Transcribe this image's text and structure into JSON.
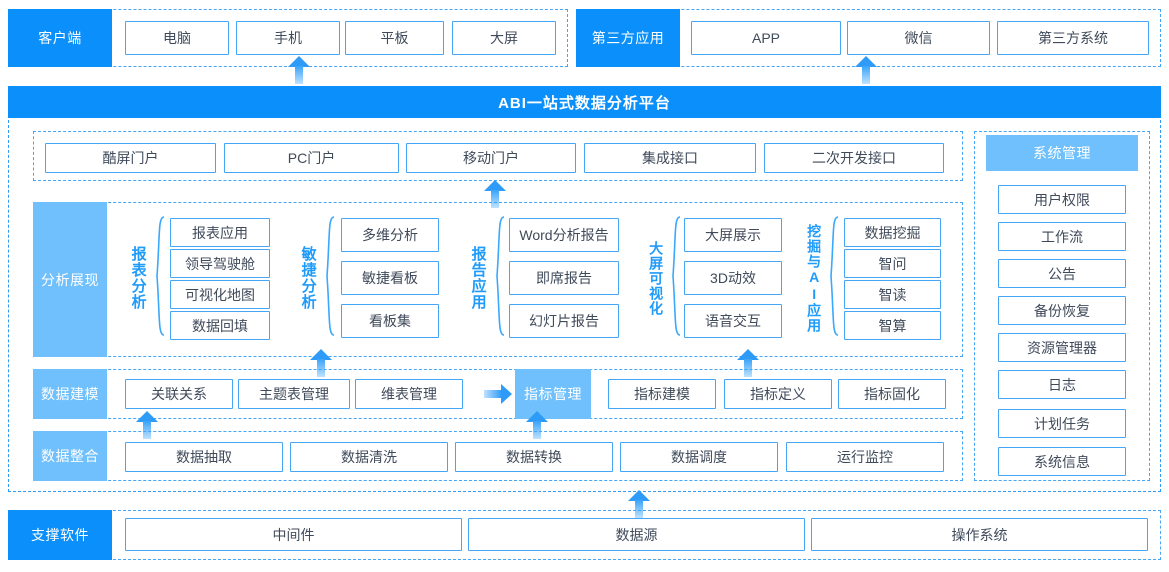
{
  "diagram": {
    "title": "ABI一站式数据分析平台",
    "colors": {
      "primary": "#0b90fb",
      "light": "#6fc0fc",
      "border": "#45a6f7",
      "text": "#3f4a5a",
      "accent_text": "#1f9bfa"
    }
  },
  "client_row": {
    "label": "客户端",
    "items": [
      "电脑",
      "手机",
      "平板",
      "大屏"
    ]
  },
  "thirdparty_row": {
    "label": "第三方应用",
    "items": [
      "APP",
      "微信",
      "第三方系统"
    ]
  },
  "portal_row": {
    "items": [
      "酷屏门户",
      "PC门户",
      "移动门户",
      "集成接口",
      "二次开发接口"
    ]
  },
  "analysis_row": {
    "label": "分析展现",
    "groups": [
      {
        "name": "报表分析",
        "items": [
          "报表应用",
          "领导驾驶舱",
          "可视化地图",
          "数据回填"
        ]
      },
      {
        "name": "敏捷分析",
        "items": [
          "多维分析",
          "敏捷看板",
          "看板集"
        ]
      },
      {
        "name": "报告应用",
        "items": [
          "Word分析报告",
          "即席报告",
          "幻灯片报告"
        ]
      },
      {
        "name": "大屏可视化",
        "items": [
          "大屏展示",
          "3D动效",
          "语音交互"
        ]
      },
      {
        "name": "挖掘与AI应用",
        "items": [
          "数据挖掘",
          "智问",
          "智读",
          "智算"
        ]
      }
    ]
  },
  "modeling_row": {
    "label": "数据建模",
    "items": [
      "关联关系",
      "主题表管理",
      "维表管理"
    ],
    "metric_label": "指标管理",
    "metric_items": [
      "指标建模",
      "指标定义",
      "指标固化"
    ]
  },
  "integration_row": {
    "label": "数据整合",
    "items": [
      "数据抽取",
      "数据清洗",
      "数据转换",
      "数据调度",
      "运行监控"
    ]
  },
  "system_column": {
    "label": "系统管理",
    "items": [
      "用户权限",
      "工作流",
      "公告",
      "备份恢复",
      "资源管理器",
      "日志",
      "计划任务",
      "系统信息"
    ]
  },
  "support_row": {
    "label": "支撑软件",
    "items": [
      "中间件",
      "数据源",
      "操作系统"
    ]
  }
}
